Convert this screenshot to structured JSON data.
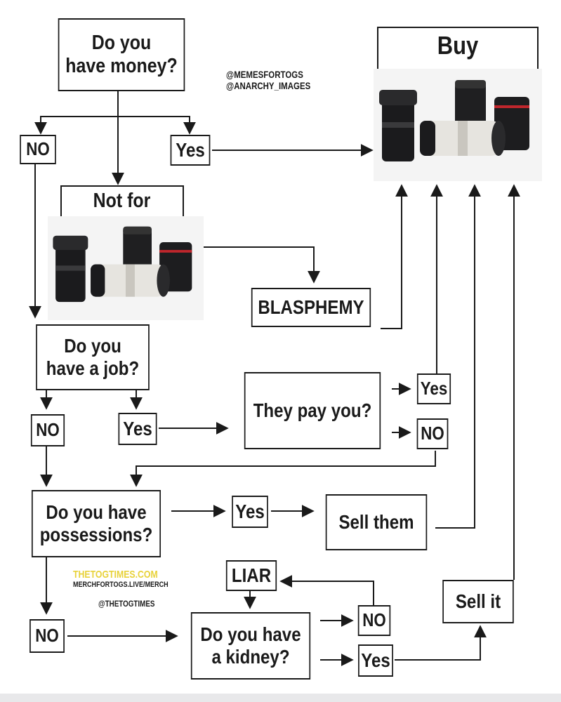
{
  "nodes": {
    "q_money": "Do you\nhave money?",
    "money_no": "NO",
    "money_yes": "Yes",
    "buy": "Buy",
    "not_for": "Not for",
    "blasphemy": "BLASPHEMY",
    "q_job": "Do you\nhave a job?",
    "job_no": "NO",
    "job_yes": "Yes",
    "q_pay": "They pay you?",
    "pay_yes": "Yes",
    "pay_no": "NO",
    "q_possessions": "Do you have\npossessions?",
    "poss_yes": "Yes",
    "sell_them": "Sell them",
    "poss_no": "NO",
    "liar": "LIAR",
    "q_kidney": "Do you have\na kidney?",
    "kidney_no": "NO",
    "kidney_yes": "Yes",
    "sell_it": "Sell it"
  },
  "credits": {
    "line1": "@MEMESFORTOGS",
    "line2": "@ANARCHY_IMAGES",
    "site": "THETOGTIMES.COM",
    "merch": "MERCHFORTOGS.LIVE/MERCH",
    "handle": "@THETOGTIMES"
  },
  "colors": {
    "ink": "#1a1a1a",
    "accent_yellow": "#e8d23a",
    "lens_black": "#1b1b1d",
    "lens_white": "#e6e4df",
    "lens_red": "#c0262c"
  },
  "icons": [
    "camera-lenses-image"
  ]
}
